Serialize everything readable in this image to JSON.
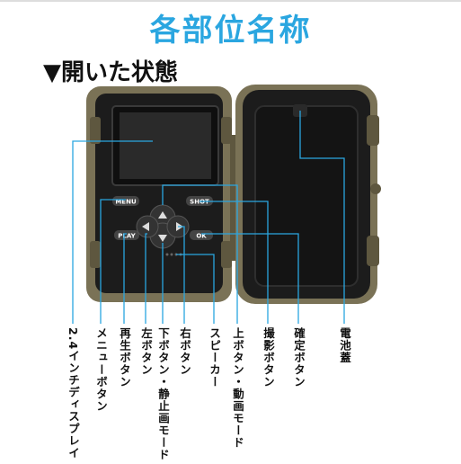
{
  "title": "各部位名称",
  "section_heading": "▼開いた状態",
  "device_buttons": {
    "menu": "MENU",
    "shot": "SHOT",
    "play": "PLAY",
    "ok": "OK"
  },
  "callouts": [
    "2.4インチディスプレイ",
    "メニューボタン",
    "再生ボタン",
    "左ボタン",
    "下ボタン・静止画モード",
    "右ボタン",
    "スピーカー",
    "上ボタン・動画モード",
    "撮影ボタン",
    "確定ボタン",
    "電池蓋"
  ],
  "colors": {
    "title": "#2aa6e0",
    "callout_line": "#2aa6e0",
    "body_khaki": "#7a7256",
    "panel_black": "#1c1c1c"
  }
}
